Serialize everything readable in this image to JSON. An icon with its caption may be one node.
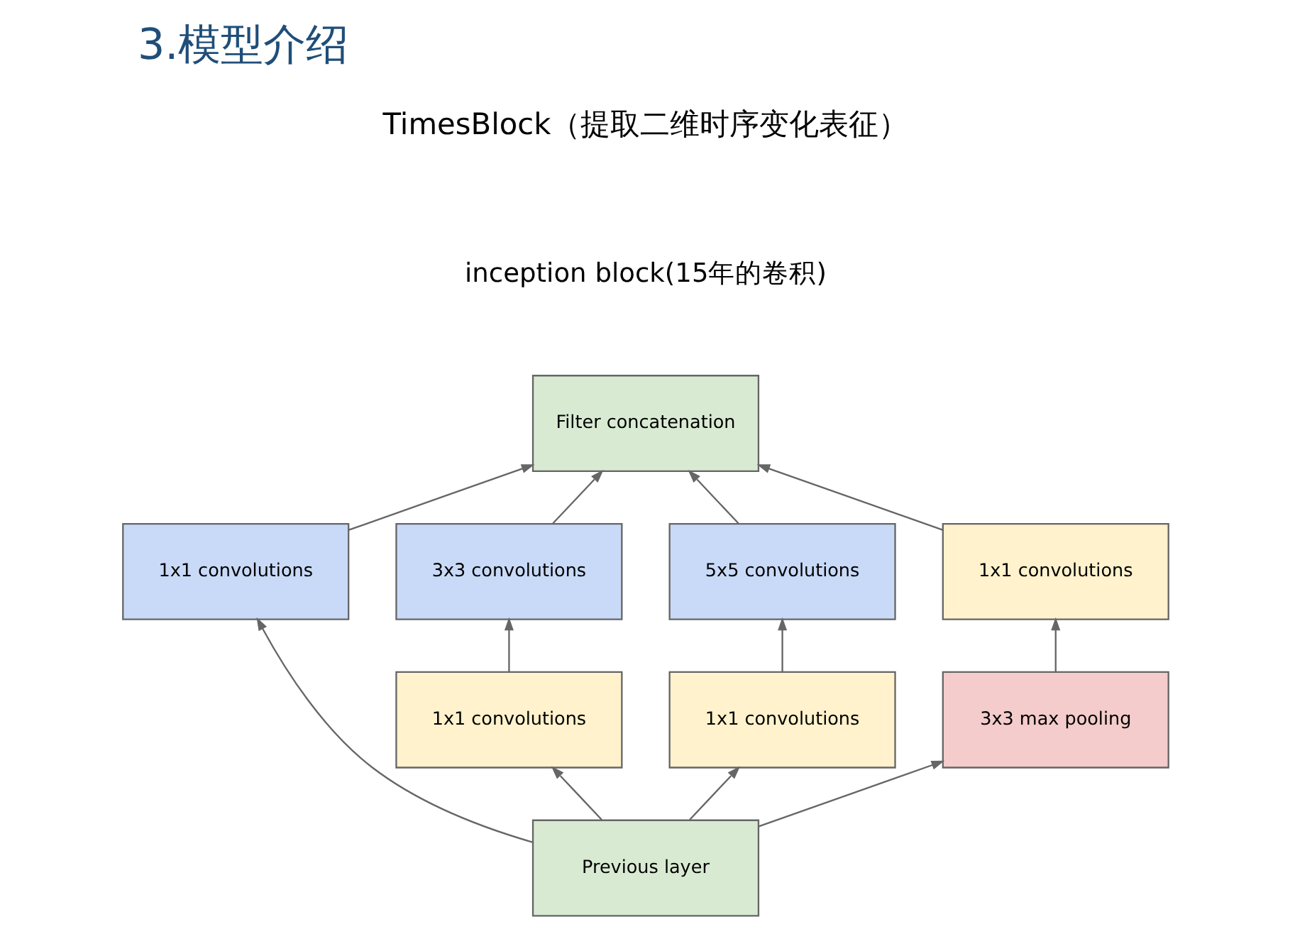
{
  "diagram": {
    "title": "3.模型介绍",
    "nodes": [
      {
        "text": [
          "Filter concatenation"
        ]
      },
      {
        "text": [
          "1x1 convolutions"
        ]
      },
      {
        "text": [
          "3x3 convolutions"
        ]
      },
      {
        "text": [
          "5x5 convolutions"
        ]
      },
      {
        "text": [
          "1x1 convolutions"
        ]
      },
      {
        "text": [
          "1x1 convolutions"
        ]
      },
      {
        "text": [
          "1x1 convolutions"
        ]
      },
      {
        "text": [
          "3x3 max pooling"
        ]
      },
      {
        "text": [
          "Previous layer"
        ]
      }
    ],
    "edges": [
      {
        "from": 8,
        "to": 1,
        "arrow": "to"
      },
      {
        "from": 8,
        "to": 5,
        "arrow": "to"
      },
      {
        "from": 8,
        "to": 6,
        "arrow": "to"
      },
      {
        "from": 8,
        "to": 7,
        "arrow": "to"
      },
      {
        "from": 5,
        "to": 2,
        "arrow": "to"
      },
      {
        "from": 6,
        "to": 3,
        "arrow": "to"
      },
      {
        "from": 7,
        "to": 4,
        "arrow": "to"
      },
      {
        "from": 1,
        "to": 0,
        "arrow": "to"
      },
      {
        "from": 2,
        "to": 0,
        "arrow": "to"
      },
      {
        "from": 3,
        "to": 0,
        "arrow": "to"
      },
      {
        "from": 4,
        "to": 0,
        "arrow": "to"
      }
    ],
    "labels": [
      "TimesBlock（提取二维时序变化表征）",
      "inception block(15年的卷积)"
    ]
  }
}
